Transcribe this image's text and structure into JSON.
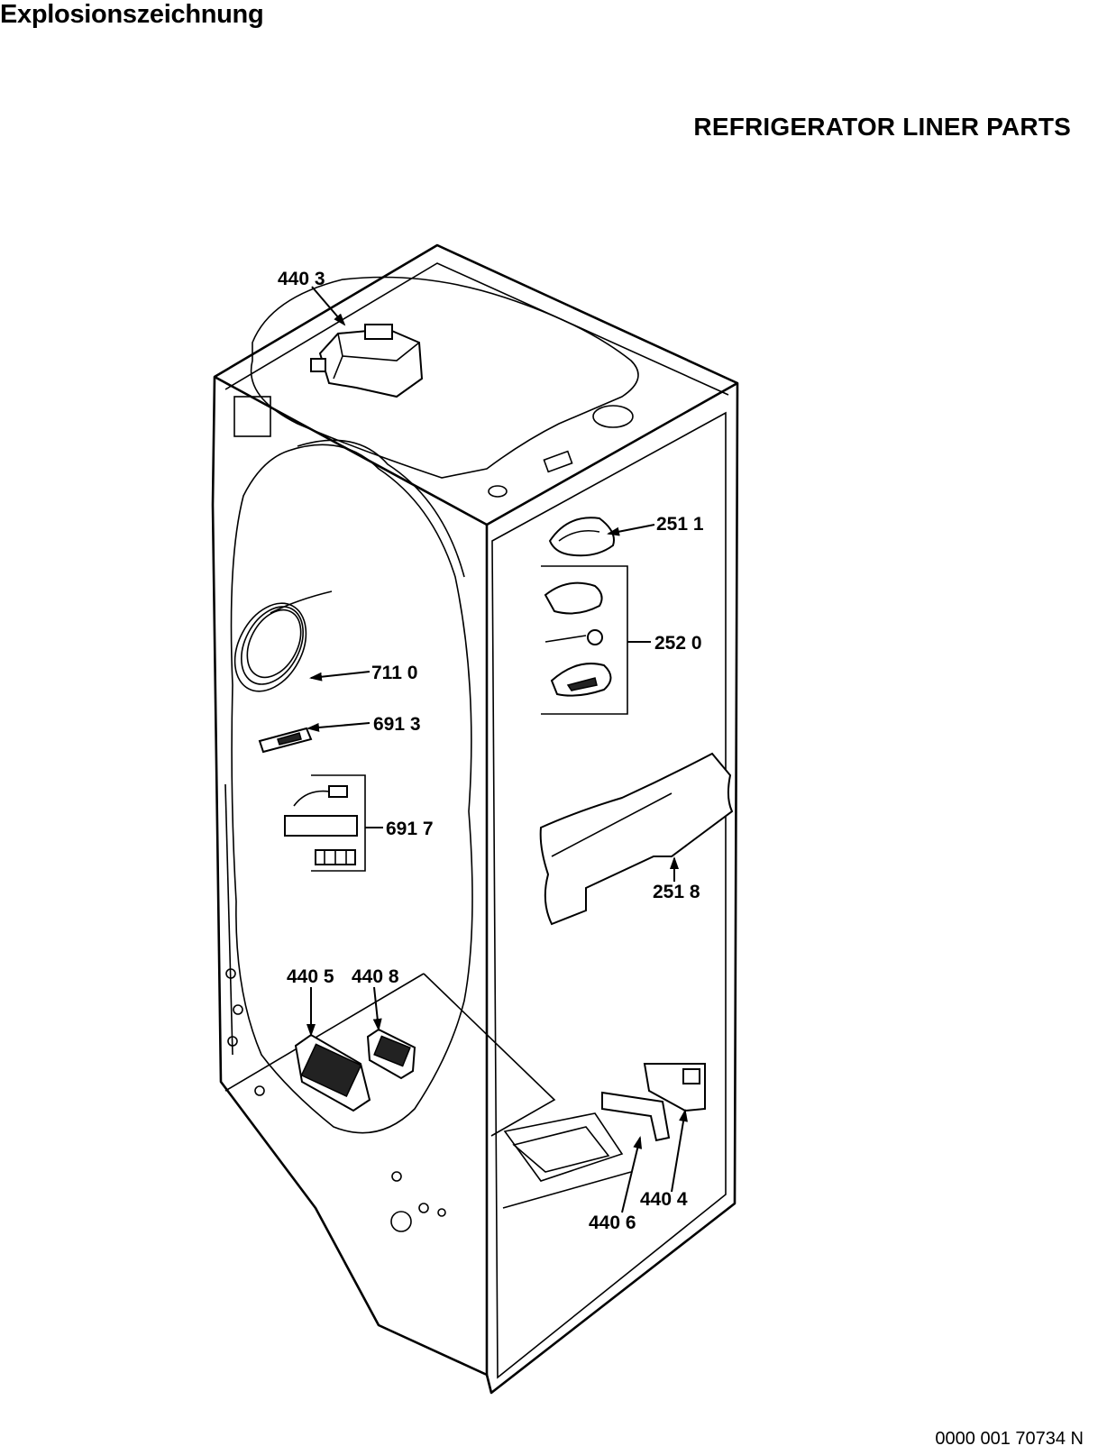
{
  "page": {
    "heading": "Explosionszeichnung",
    "section_title": "REFRIGERATOR LINER PARTS",
    "document_number": "0000 001 70734 N"
  },
  "callouts": [
    {
      "id": "4403",
      "label": "440 3"
    },
    {
      "id": "2511",
      "label": "251 1"
    },
    {
      "id": "2520",
      "label": "252 0"
    },
    {
      "id": "7110",
      "label": "711 0"
    },
    {
      "id": "6913",
      "label": "691 3"
    },
    {
      "id": "6917",
      "label": "691 7"
    },
    {
      "id": "2518",
      "label": "251 8"
    },
    {
      "id": "4405",
      "label": "440 5"
    },
    {
      "id": "4408",
      "label": "440 8"
    },
    {
      "id": "4404",
      "label": "440 4"
    },
    {
      "id": "4406",
      "label": "440 6"
    }
  ]
}
